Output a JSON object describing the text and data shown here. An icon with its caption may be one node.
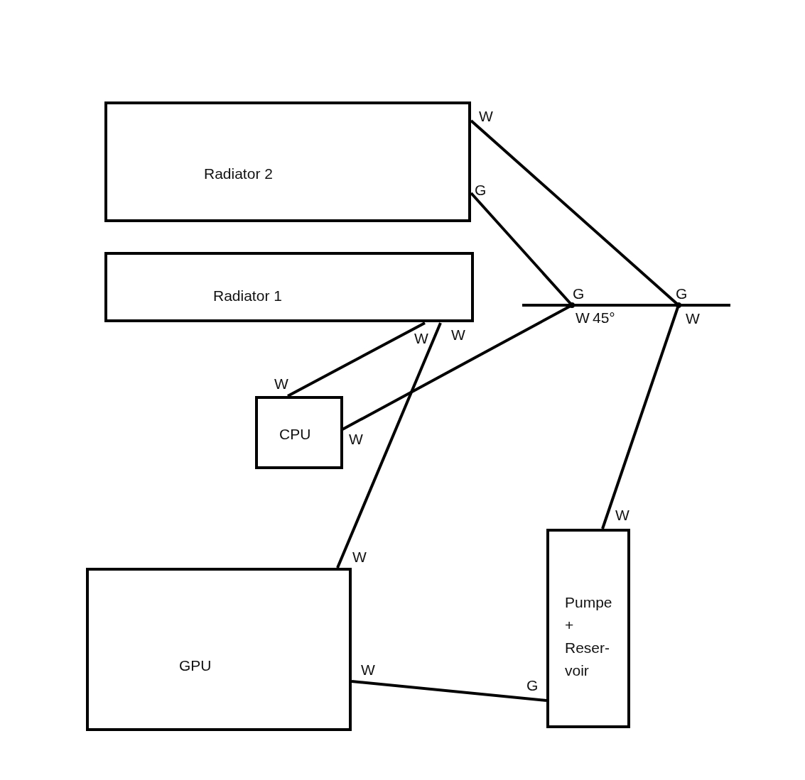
{
  "diagram": {
    "nodes": [
      {
        "text": [
          "Radiator 2"
        ]
      },
      {
        "text": [
          "Radiator 1"
        ]
      },
      {
        "text": [
          "CPU"
        ]
      },
      {
        "text": [
          "GPU"
        ]
      },
      {
        "text": [
          "Pumpe + Reser-voir"
        ]
      },
      {
        "text": [],
        "shape": "circle"
      },
      {
        "text": [],
        "shape": "circle"
      }
    ],
    "edges": [
      {
        "from": 0,
        "to": 6,
        "arrow": "none"
      },
      {
        "from": 0,
        "to": 5,
        "arrow": "none"
      },
      {
        "from": 5,
        "to": 2,
        "arrow": "none"
      },
      {
        "from": 1,
        "to": 2,
        "arrow": "none"
      },
      {
        "from": 1,
        "to": 3,
        "arrow": "none"
      },
      {
        "from": 6,
        "to": 4,
        "arrow": "none"
      },
      {
        "from": 3,
        "to": 4,
        "arrow": "none"
      }
    ],
    "labels": [
      "W",
      "G",
      "G",
      "G",
      "W",
      "45°",
      "W",
      "W",
      "W",
      "W",
      "W",
      "W",
      "W",
      "W",
      "G"
    ]
  }
}
